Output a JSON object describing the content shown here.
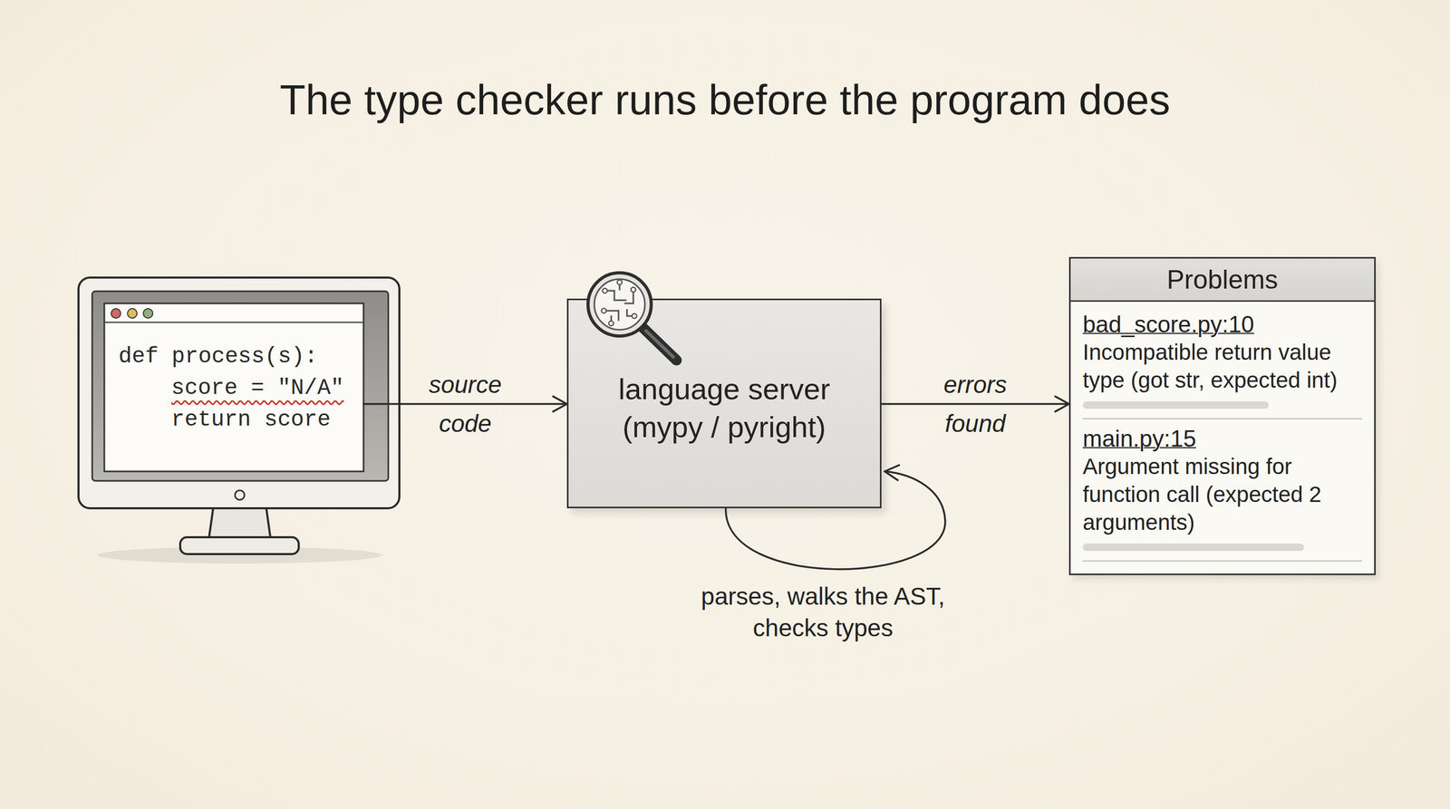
{
  "diagram": {
    "title": "The type checker runs before the program does",
    "nodes": [
      {
        "text": [
          "def process(s):",
          "score = \"N/A\"",
          "return score"
        ]
      },
      {
        "text": [
          "language server (mypy / pyright)"
        ]
      },
      {
        "text": [
          "Problems",
          "bad_score.py:10",
          "Incompatible return value type (got str, expected int)",
          "main.py:15",
          "Argument missing for function call (expected 2 arguments)"
        ]
      }
    ],
    "edges": [
      {
        "from": 0,
        "to": 1,
        "label": "source code",
        "arrow": "to"
      },
      {
        "from": 1,
        "to": 2,
        "label": "errors found",
        "arrow": "to"
      },
      {
        "from": 1,
        "to": 1,
        "label": "parses, walks the AST, checks types",
        "arrow": "to"
      }
    ]
  }
}
